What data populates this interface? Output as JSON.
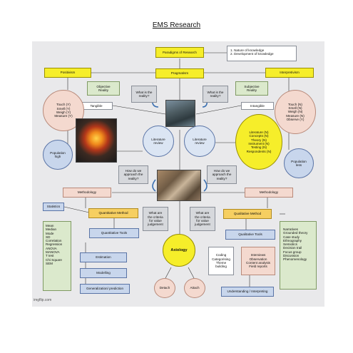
{
  "title": "EMS Research",
  "nodes": {
    "paradigms": "Paradigms of Research",
    "knowledge": "1.   Nature of knowledge\n2.   Development of knowledge",
    "positivism": "Positivism",
    "pragmatism": "Pragmatism",
    "interpretivism": "Interpretivism",
    "objective_reality": "Objective\nReality",
    "tangible": "Tangible",
    "subjective_reality": "Subjective\nReality",
    "intangible": "Intangible",
    "what_reality_left": "What is the\nreality?",
    "what_reality_right": "What is the\nreality?",
    "senses_left": "Touch (Y)\nSmell (Y)\nWeigh (Y)\nMeasure (Y)",
    "senses_right": "Touch (N)\nSmell (N)\nWeigh (N)\nMeasure (N)\nObserve (Y)",
    "literature_left": "Literature\nreview",
    "literature_right": "Literature\nreview",
    "literature_list": "Literature (N)\nConcepts (N)\nTheory (N)\nInstrument (N)\nTesting (N)\nRespondents (N)",
    "population_high": "Population\nhigh",
    "population_less": "Population\nless",
    "approach_left": "How do we\napproach the\nreality?",
    "approach_right": "How do we\napproach the\nreality?",
    "methodology_left": "Methodology",
    "methodology_right": "Methodology",
    "statistics": "Statistics",
    "quantitative_method": "Quantitative Method",
    "qualitative_method": "Qualitative Method",
    "criteria_left": "What are\nthe criteria\nfor value\njudgement",
    "criteria_right": "What are\nthe criteria\nfor value\njudgement",
    "stats_list": "Mean\nMedian\nMode\nSD\nCorrelation\nRegression\nANOVA\nMANOVA\nT test\nChi Square\nSEM",
    "quantitative_tools": "Quantitative Tools",
    "qualitative_tools": "Qualitative Tools",
    "axiology": "Axiology",
    "estimation": "Estimation",
    "modelling": "Modelling",
    "generalization": "Generalization/ prediction",
    "coding": "Coding\nCategorising\nTheme\nbuilding",
    "interviews": "Interviews\nObservation\nContent analysis\nField reports",
    "narratives": "Narratives\nGrounded theory\nCase study\nEthnography\nSemiotics\nDecision trail\nFocus group\nDiscussion\nPhenomenology",
    "detach": "Detach",
    "attach": "Attach",
    "understanding": "Understanding / Interpreting"
  },
  "watermark": "imgflip.com",
  "colors": {
    "yellow": "#f6ee2a",
    "grey": "#d6d8dc",
    "blue": "#c8d6ec",
    "pink": "#f4d9cf",
    "gold": "#f6cf61",
    "green": "#dbe9cc"
  }
}
